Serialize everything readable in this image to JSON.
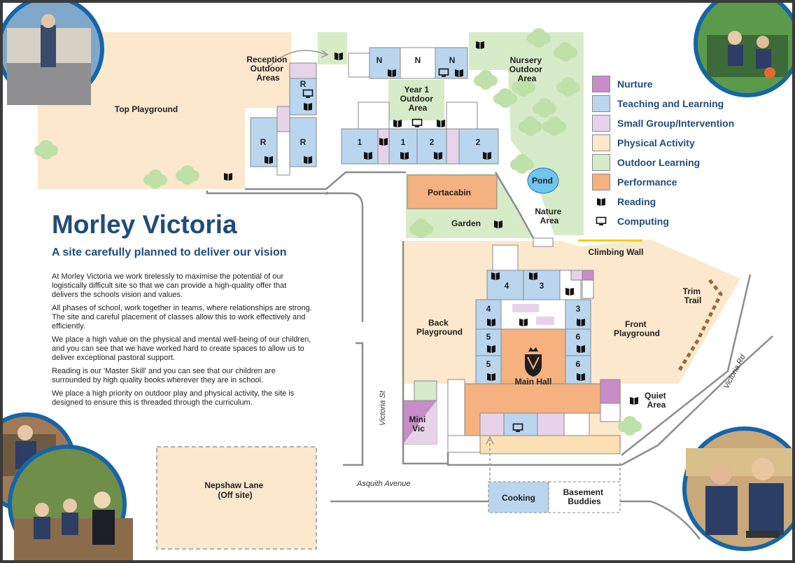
{
  "title": "Morley Victoria",
  "subtitle": "A site carefully planned to deliver our vision",
  "intro_paragraphs": [
    "At Morley Victoria we work tirelessly to maximise the potential of our logistically difficult site so that we can provide a high-quality offer that delivers the schools vision and values.",
    "All phases of school, work together in teams, where relationships are strong.  The site and careful placement of classes allow this to work effectively and efficiently.",
    "We place a high value on the physical and mental well-being of our children, and you can see that we have worked hard to create spaces to allow us to deliver exceptional pastoral support.",
    "Reading is our 'Master Skill' and you can see that our children are surrounded by high quality books wherever they are in school.",
    "We place a high priority on outdoor play and physical activity, the site is designed to ensure this is threaded through the curriculum."
  ],
  "legend": [
    {
      "label": "Nurture",
      "color": "#c88dc8"
    },
    {
      "label": "Teaching and Learning",
      "color": "#b9d6ee"
    },
    {
      "label": "Small Group/Intervention",
      "color": "#e6d3ea"
    },
    {
      "label": "Physical Activity",
      "color": "#fbe8cd"
    },
    {
      "label": "Outdoor Learning",
      "color": "#d6ebc8"
    },
    {
      "label": "Performance",
      "color": "#f5b17f"
    },
    {
      "label": "Reading",
      "icon": "book-icon"
    },
    {
      "label": "Computing",
      "icon": "computer-icon"
    }
  ],
  "areas": {
    "top_playground": "Top Playground",
    "reception_outdoor": [
      "Reception",
      "Outdoor",
      "Areas"
    ],
    "nursery_outdoor": [
      "Nursery",
      "Outdoor",
      "Area"
    ],
    "year1_outdoor": [
      "Year 1",
      "Outdoor",
      "Area"
    ],
    "portacabin": "Portacabin",
    "garden": "Garden",
    "pond": "Pond",
    "nature_area": [
      "Nature",
      "Area"
    ],
    "climbing_wall": "Climbing Wall",
    "trim_trail": [
      "Trim",
      "Trail"
    ],
    "back_playground": [
      "Back",
      "Playground"
    ],
    "front_playground": [
      "Front",
      "Playground"
    ],
    "main_hall": "Main Hall",
    "quiet_area": [
      "Quiet",
      "Area"
    ],
    "mini_vic": [
      "Mini",
      "Vic"
    ],
    "cooking": "Cooking",
    "basement_buddies": [
      "Basement",
      "Buddies"
    ],
    "nepshaw_lane": [
      "Nepshaw Lane",
      "(Off site)"
    ]
  },
  "rooms": {
    "reception": "R",
    "nursery": "N",
    "year1": "1",
    "year2": "2",
    "year3": "3",
    "year4": "4",
    "year5": "5",
    "year6": "6"
  },
  "streets": {
    "victoria_st": "Victoria St",
    "asquith_avenue": "Asquith Avenue",
    "victoria_rd": "Victoria Rd"
  },
  "colors": {
    "title_blue": "#1f4d7a",
    "photo_ring": "#1565a8"
  }
}
